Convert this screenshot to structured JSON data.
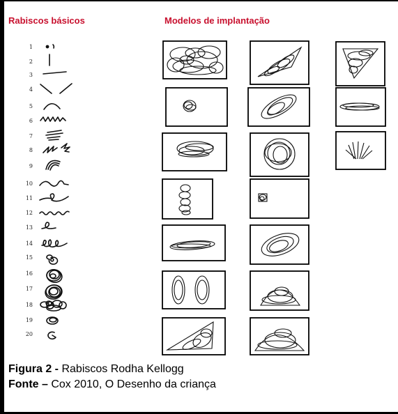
{
  "headings": {
    "basic": "Rabiscos básicos",
    "models": "Modelos de implantação"
  },
  "scribble_numbers": [
    "1",
    "2",
    "3",
    "4",
    "5",
    "6",
    "7",
    "8",
    "9",
    "10",
    "11",
    "12",
    "13",
    "14",
    "15",
    "16",
    "17",
    "18",
    "19",
    "20"
  ],
  "caption": {
    "figure_label": "Figura 2 -",
    "figure_text": " Rabiscos Rodha Kellogg",
    "source_label": "Fonte –",
    "source_text": " Cox 2010, O Desenho da criança"
  },
  "colors": {
    "heading": "#c8102e",
    "ink": "#111111"
  }
}
